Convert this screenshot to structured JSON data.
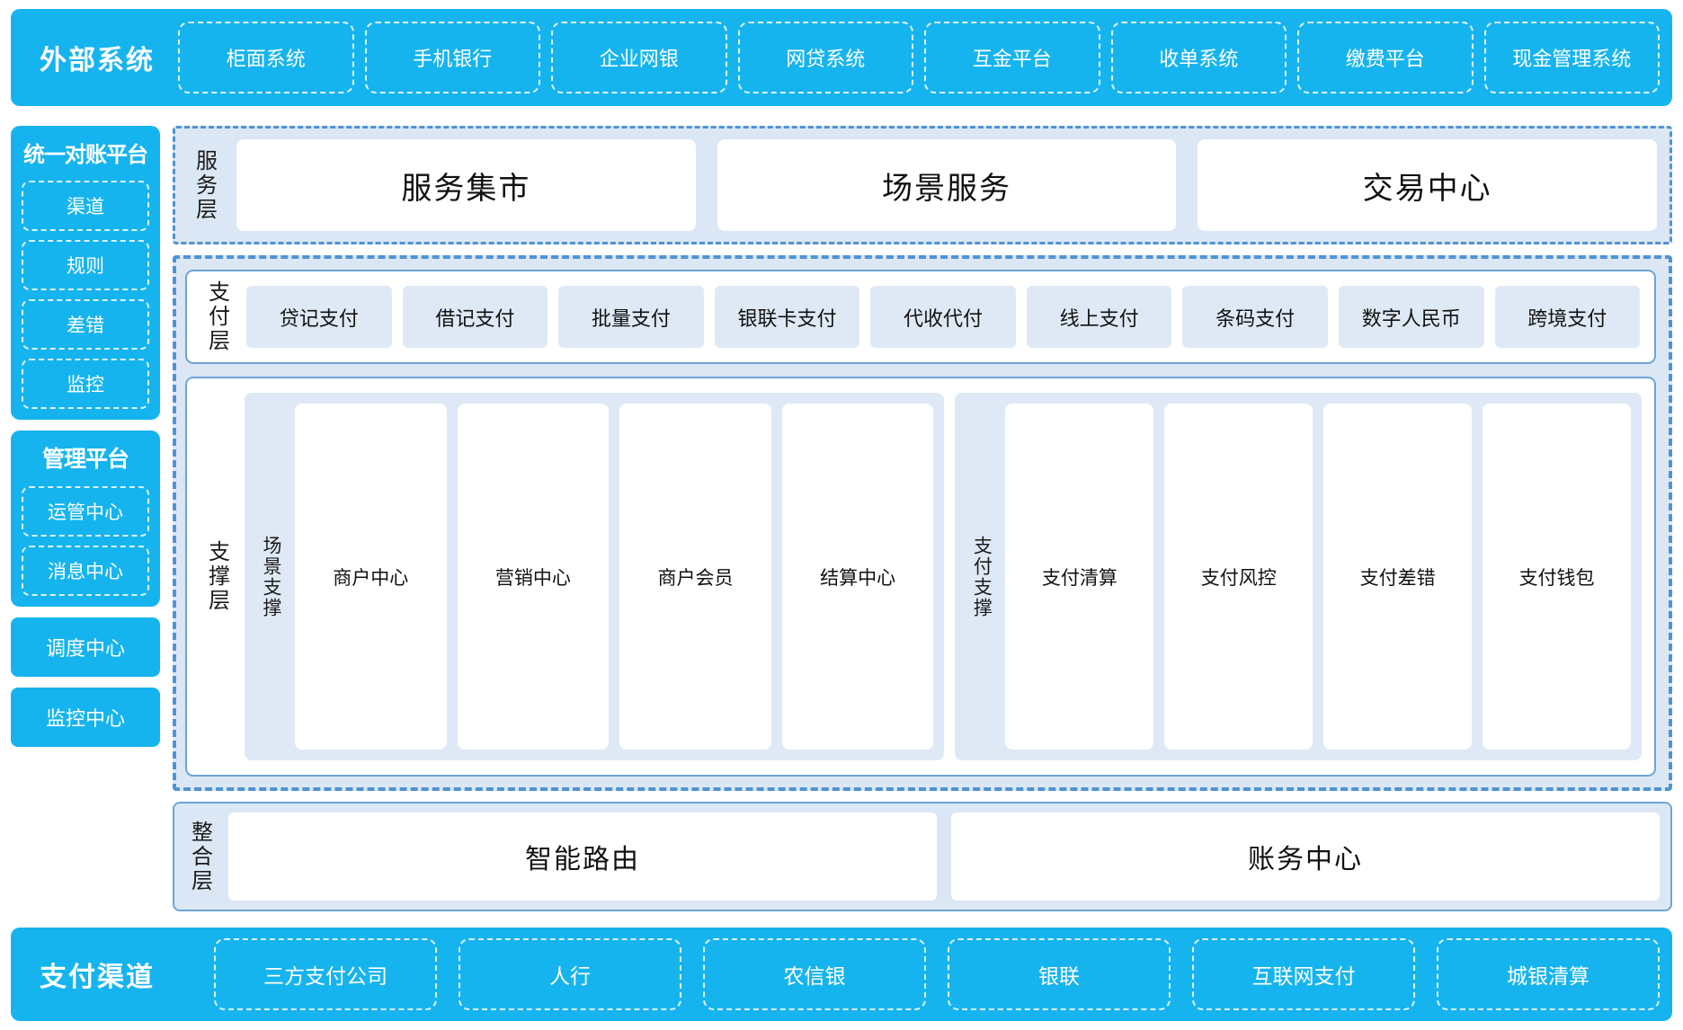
{
  "external_systems": {
    "title": "外部系统",
    "items": [
      "柜面系统",
      "手机银行",
      "企业网银",
      "网贷系统",
      "互金平台",
      "收单系统",
      "缴费平台",
      "现金管理系统"
    ]
  },
  "left_rail": {
    "reconcile_platform": {
      "title": "统一对账平台",
      "items": [
        "渠道",
        "规则",
        "差错",
        "监控"
      ]
    },
    "management_platform": {
      "title": "管理平台",
      "items": [
        "运管中心",
        "消息中心"
      ]
    },
    "standalone": [
      "调度中心",
      "监控中心"
    ]
  },
  "service_layer": {
    "label": "服务层",
    "cards": [
      "服务集市",
      "场景服务",
      "交易中心"
    ]
  },
  "payment_layer": {
    "label": "支付层",
    "tiles": [
      "贷记支付",
      "借记支付",
      "批量支付",
      "银联卡支付",
      "代收代付",
      "线上支付",
      "条码支付",
      "数字人民币",
      "跨境支付"
    ]
  },
  "support_layer": {
    "label": "支撑层",
    "groups": [
      {
        "label": "场景支撑",
        "tiles": [
          "商户中心",
          "营销中心",
          "商户会员",
          "结算中心"
        ]
      },
      {
        "label": "支付支撑",
        "tiles": [
          "支付清算",
          "支付风控",
          "支付差错",
          "支付钱包"
        ]
      }
    ]
  },
  "integration_layer": {
    "label": "整合层",
    "cards": [
      "智能路由",
      "账务中心"
    ]
  },
  "payment_channels": {
    "title": "支付渠道",
    "items": [
      "三方支付公司",
      "人行",
      "农信银",
      "银联",
      "互联网支付",
      "城银清算"
    ]
  },
  "colors": {
    "cyan": "#16b4ef",
    "panel_blue": "#dce7f5",
    "tile_blue": "#dfe9f6",
    "border_blue": "#4f93d6",
    "solid_border": "#6ca4d8",
    "white": "#ffffff"
  }
}
